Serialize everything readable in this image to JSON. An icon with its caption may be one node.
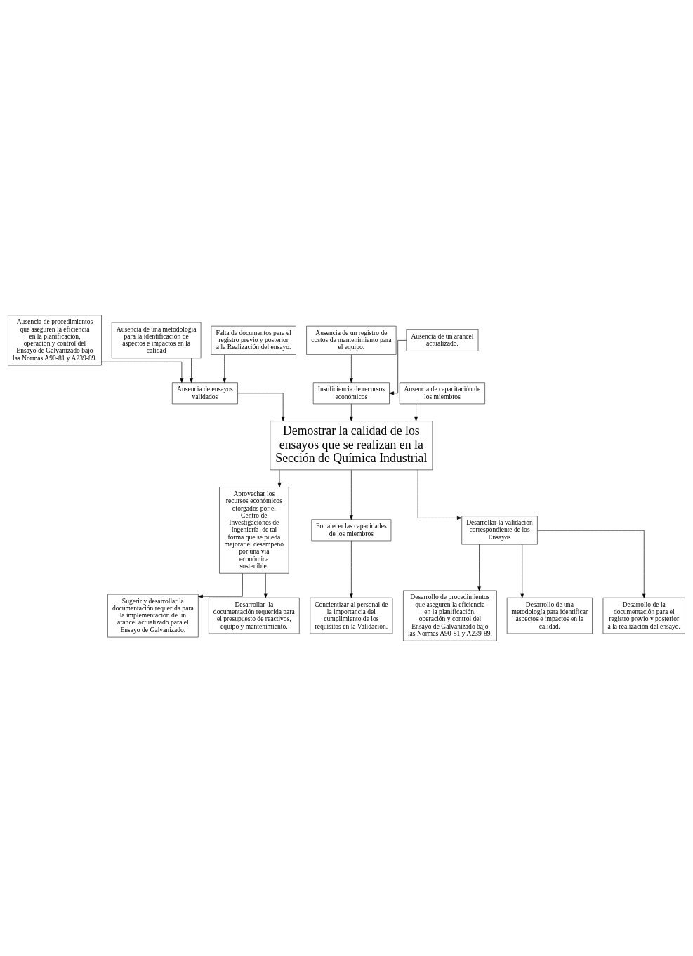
{
  "diagram": {
    "nodes": [
      {
        "text": [
          "Ausencia de procedimientos que aseguren la eficiencia en la planificación, operación y control del Ensayo de Galvanizado bajo las Normas A90-81 y A239-89."
        ]
      },
      {
        "text": [
          "Ausencia de un registro de costos de mantenimiento para el equipo."
        ]
      },
      {
        "text": [
          "Ausencia de una metodología para la identificación de aspectos e impactos en la calidad"
        ]
      },
      {
        "text": [
          "Ausencia de un arancel actualizado."
        ]
      },
      {
        "text": [
          "Falta de documentos para el registro previo y posterior a la Realización del ensayo."
        ]
      },
      {
        "text": [
          "Insuficiencia de recursos económicos"
        ]
      },
      {
        "text": [
          "Ausencia de capacitación de los miembros"
        ]
      },
      {
        "text": [
          "Ausencia de ensayos validados"
        ]
      },
      {
        "text": [
          "Demostrar la calidad de los ensayos que se realizan en la Sección de Química Industrial"
        ]
      },
      {
        "text": [
          "Aprovechar los recursos económicos otorgados por el Centro de Investigaciones de Ingeniería  de tal forma que se pueda mejorar el desempeño por una vía económica sostenible."
        ]
      },
      {
        "text": [
          "Fortalecer las capacidades de los miembros"
        ]
      },
      {
        "text": [
          "Desarrollar la validación correspondiente de los Ensayos"
        ]
      },
      {
        "text": [
          "Concientizar al personal de la importancia del cumplimiento de los requisitos en la Validación."
        ]
      },
      {
        "text": [
          "Desarrollo de procedimientos que aseguren la eficiencia en la planificación, operación y control del Ensayo de Galvanizado bajo las Normas A90-81 y A239-89."
        ]
      },
      {
        "text": [
          "Sugerir y desarrollar la documentación requerida para la implementación de un arancel actualizado para el Ensayo de Galvanizado."
        ]
      },
      {
        "text": [
          "Desarrollo de una metodología para identificar aspectos e impactos en la calidad."
        ]
      },
      {
        "text": [
          "Desarrollar  la documentación requerida para el presupuesto de reactivos, equipo y mantenimiento."
        ]
      },
      {
        "text": [
          "Desarrollo de la documentación para el registro previo y posterior a la realización del ensayo."
        ]
      }
    ],
    "edges": [
      {
        "from": 1,
        "to": 5,
        "arrow": "to"
      },
      {
        "from": 3,
        "to": 5,
        "arrow": "to"
      },
      {
        "from": 0,
        "to": 7,
        "arrow": "to"
      },
      {
        "from": 2,
        "to": 7,
        "arrow": "to"
      },
      {
        "from": 4,
        "to": 7,
        "arrow": "to"
      },
      {
        "from": 5,
        "to": 8,
        "arrow": "to"
      },
      {
        "from": 6,
        "to": 8,
        "arrow": "to"
      },
      {
        "from": 7,
        "to": 8,
        "arrow": "to"
      },
      {
        "from": 8,
        "to": 9,
        "arrow": "to"
      },
      {
        "from": 8,
        "to": 10,
        "arrow": "to"
      },
      {
        "from": 8,
        "to": 11,
        "arrow": "to"
      },
      {
        "from": 10,
        "to": 12,
        "arrow": "to"
      },
      {
        "from": 9,
        "to": 14,
        "arrow": "to"
      },
      {
        "from": 9,
        "to": 16,
        "arrow": "to"
      },
      {
        "from": 11,
        "to": 13,
        "arrow": "to"
      },
      {
        "from": 11,
        "to": 15,
        "arrow": "to"
      },
      {
        "from": 11,
        "to": 17,
        "arrow": "to"
      }
    ]
  }
}
